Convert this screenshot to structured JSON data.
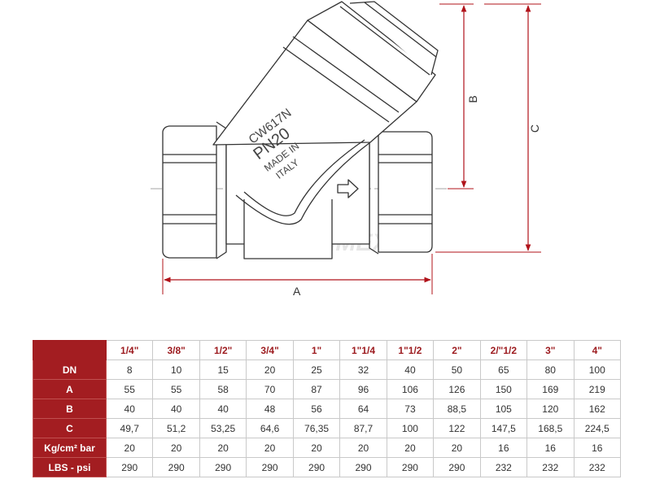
{
  "drawing": {
    "body_marking": [
      "CW617N",
      "PN20",
      "MADE IN",
      "ITALY"
    ],
    "watermark": "TAFIMEX",
    "dimensions": {
      "a": "A",
      "b": "B",
      "c": "C"
    },
    "colors": {
      "accent": "#a31d21",
      "dimension_lines": "#b0131a",
      "outline": "#333333"
    }
  },
  "table": {
    "sizes": [
      "1/4\"",
      "3/8\"",
      "1/2\"",
      "3/4\"",
      "1\"",
      "1\"1/4",
      "1\"1/2",
      "2\"",
      "2/\"1/2",
      "3\"",
      "4\""
    ],
    "rows": [
      {
        "label": "DN",
        "values": [
          "8",
          "10",
          "15",
          "20",
          "25",
          "32",
          "40",
          "50",
          "65",
          "80",
          "100"
        ]
      },
      {
        "label": "A",
        "values": [
          "55",
          "55",
          "58",
          "70",
          "87",
          "96",
          "106",
          "126",
          "150",
          "169",
          "219"
        ]
      },
      {
        "label": "B",
        "values": [
          "40",
          "40",
          "40",
          "48",
          "56",
          "64",
          "73",
          "88,5",
          "105",
          "120",
          "162"
        ]
      },
      {
        "label": "C",
        "values": [
          "49,7",
          "51,2",
          "53,25",
          "64,6",
          "76,35",
          "87,7",
          "100",
          "122",
          "147,5",
          "168,5",
          "224,5"
        ]
      },
      {
        "label": "Kg/cm² bar",
        "values": [
          "20",
          "20",
          "20",
          "20",
          "20",
          "20",
          "20",
          "20",
          "16",
          "16",
          "16"
        ]
      },
      {
        "label": "LBS - psi",
        "values": [
          "290",
          "290",
          "290",
          "290",
          "290",
          "290",
          "290",
          "290",
          "232",
          "232",
          "232"
        ]
      }
    ]
  }
}
